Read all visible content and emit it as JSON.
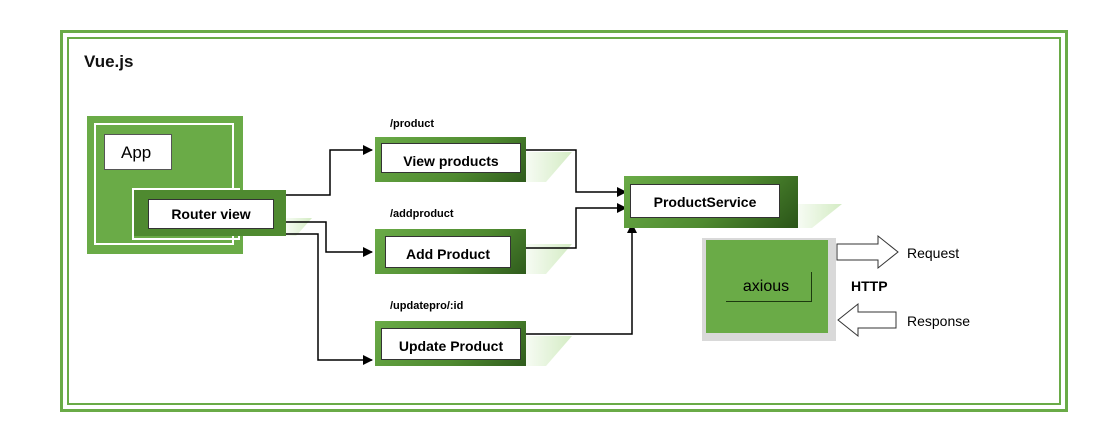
{
  "frame": {
    "title": "Vue.js"
  },
  "app": {
    "label": "App",
    "router_label": "Router view"
  },
  "routes": [
    {
      "path": "/product",
      "component": "View products"
    },
    {
      "path": "/addproduct",
      "component": "Add Product"
    },
    {
      "path": "/updatepro/:id",
      "component": "Update Product"
    }
  ],
  "service": {
    "label": "ProductService"
  },
  "http_client": {
    "label": "axious"
  },
  "http": {
    "label": "HTTP",
    "request": "Request",
    "response": "Response"
  },
  "colors": {
    "green": "#6aab47",
    "dark_green": "#2f5b1c",
    "shadow_green": "#d4ecc4"
  }
}
